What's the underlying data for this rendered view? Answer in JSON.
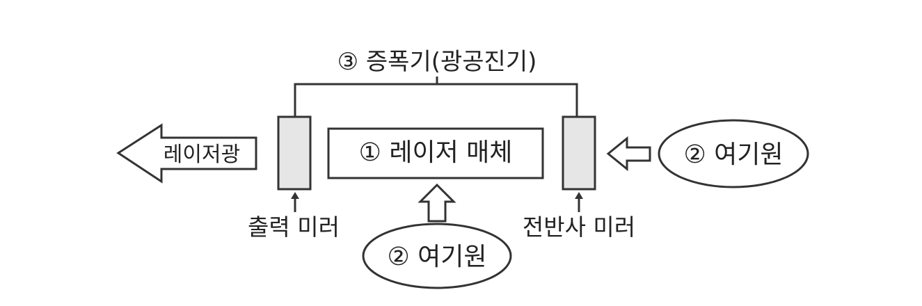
{
  "diagram": {
    "amplifier_label": "③ 증폭기(광공진기)",
    "laser_medium_label": "① 레이저 매체",
    "laser_light_label": "레이저광",
    "output_mirror_label": "출력 미러",
    "total_reflection_mirror_label": "전반사 미러",
    "excitation_source_right_label": "② 여기원",
    "excitation_source_bottom_label": "② 여기원"
  },
  "colors": {
    "line": "#333333",
    "mirror_fill": "#e6e6e6",
    "background": "#ffffff"
  }
}
